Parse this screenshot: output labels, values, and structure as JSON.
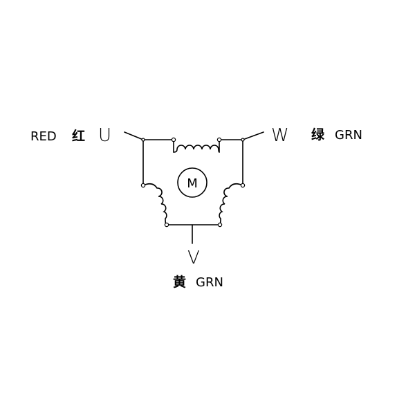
{
  "terminals": {
    "u": {
      "letter": "U",
      "color_en": "RED",
      "color_cn": "红"
    },
    "w": {
      "letter": "W",
      "color_en": "GRN",
      "color_cn": "绿"
    },
    "v": {
      "letter": "V",
      "color_en": "GRN",
      "color_cn": "黄"
    }
  },
  "motor": {
    "symbol": "M"
  }
}
